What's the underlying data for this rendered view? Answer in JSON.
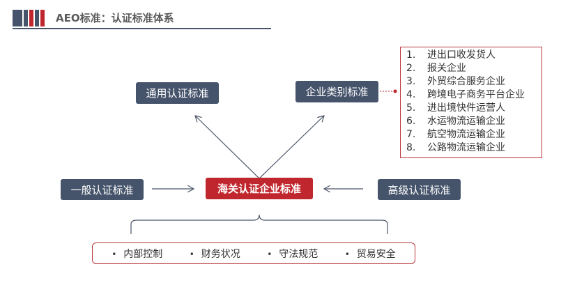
{
  "header": {
    "title": "AEO标准：认证标准体系",
    "bar_colors": [
      "#46546b",
      "#46546b",
      "#c0262d",
      "#46546b",
      "#c0262d"
    ]
  },
  "diagram": {
    "center": "海关认证企业标准",
    "general_cert": "通用认证标准",
    "category_cert": "企业类别标准",
    "basic_cert": "一般认证标准",
    "advanced_cert": "高级认证标准"
  },
  "category_list": [
    {
      "num": "1.",
      "text": "进出口收发货人"
    },
    {
      "num": "2.",
      "text": "报关企业"
    },
    {
      "num": "3.",
      "text": "外贸综合服务企业"
    },
    {
      "num": "4.",
      "text": "跨境电子商务平台企业"
    },
    {
      "num": "5.",
      "text": "进出境快件运营人"
    },
    {
      "num": "6.",
      "text": "水运物流运输企业"
    },
    {
      "num": "7.",
      "text": "航空物流运输企业"
    },
    {
      "num": "8.",
      "text": "公路物流运输企业"
    }
  ],
  "bottom_items": [
    {
      "bullet": "•",
      "text": "内部控制"
    },
    {
      "bullet": "•",
      "text": "财务状况"
    },
    {
      "bullet": "•",
      "text": "守法规范"
    },
    {
      "bullet": "•",
      "text": "贸易安全"
    }
  ],
  "colors": {
    "dark": "#46546b",
    "red": "#c0262d",
    "line": "#4a5468"
  }
}
